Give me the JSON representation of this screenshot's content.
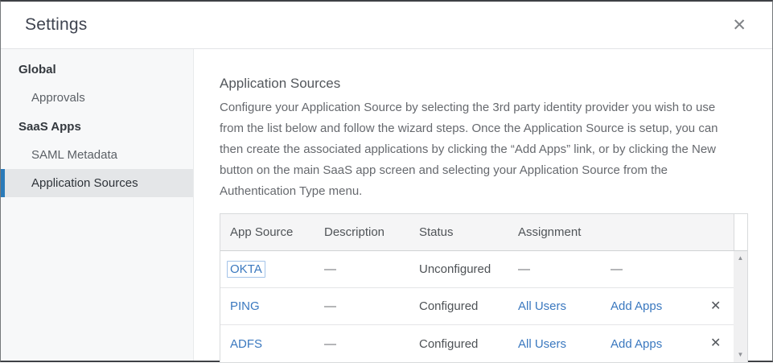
{
  "dialog": {
    "title": "Settings"
  },
  "icons": {
    "close_glyph": "✕",
    "remove_glyph": "✕",
    "scroll_up_glyph": "▲",
    "scroll_down_glyph": "▼"
  },
  "sidebar": {
    "sections": [
      {
        "label": "Global",
        "items": [
          {
            "label": "Approvals",
            "selected": false
          }
        ]
      },
      {
        "label": "SaaS Apps",
        "items": [
          {
            "label": "SAML Metadata",
            "selected": false
          },
          {
            "label": "Application Sources",
            "selected": true
          }
        ]
      }
    ]
  },
  "main": {
    "heading": "Application Sources",
    "description": "Configure your Application Source by selecting the 3rd party identity provider you wish to use from the list below and follow the wizard steps. Once the Application Source is setup, you can then create the associated applications by clicking the “Add Apps” link, or by clicking the New button on the main SaaS app screen and selecting your Application Source from the Authentication Type menu.",
    "table": {
      "columns": [
        "App Source",
        "Description",
        "Status",
        "Assignment",
        ""
      ],
      "rows": [
        {
          "app_source": "OKTA",
          "description": "—",
          "status": "Unconfigured",
          "assignment": "—",
          "action": "—",
          "removable": false,
          "focused": true
        },
        {
          "app_source": "PING",
          "description": "—",
          "status": "Configured",
          "assignment": "All Users",
          "action": "Add Apps",
          "removable": true,
          "focused": false
        },
        {
          "app_source": "ADFS",
          "description": "—",
          "status": "Configured",
          "assignment": "All Users",
          "action": "Add Apps",
          "removable": true,
          "focused": false
        }
      ]
    }
  },
  "colors": {
    "link_blue": "#3a78bf",
    "accent_blue": "#2b7bb9",
    "selected_item_bg": "#e4e6e8",
    "sidebar_bg": "#f7f8f9",
    "table_header_bg": "#f5f5f6"
  }
}
